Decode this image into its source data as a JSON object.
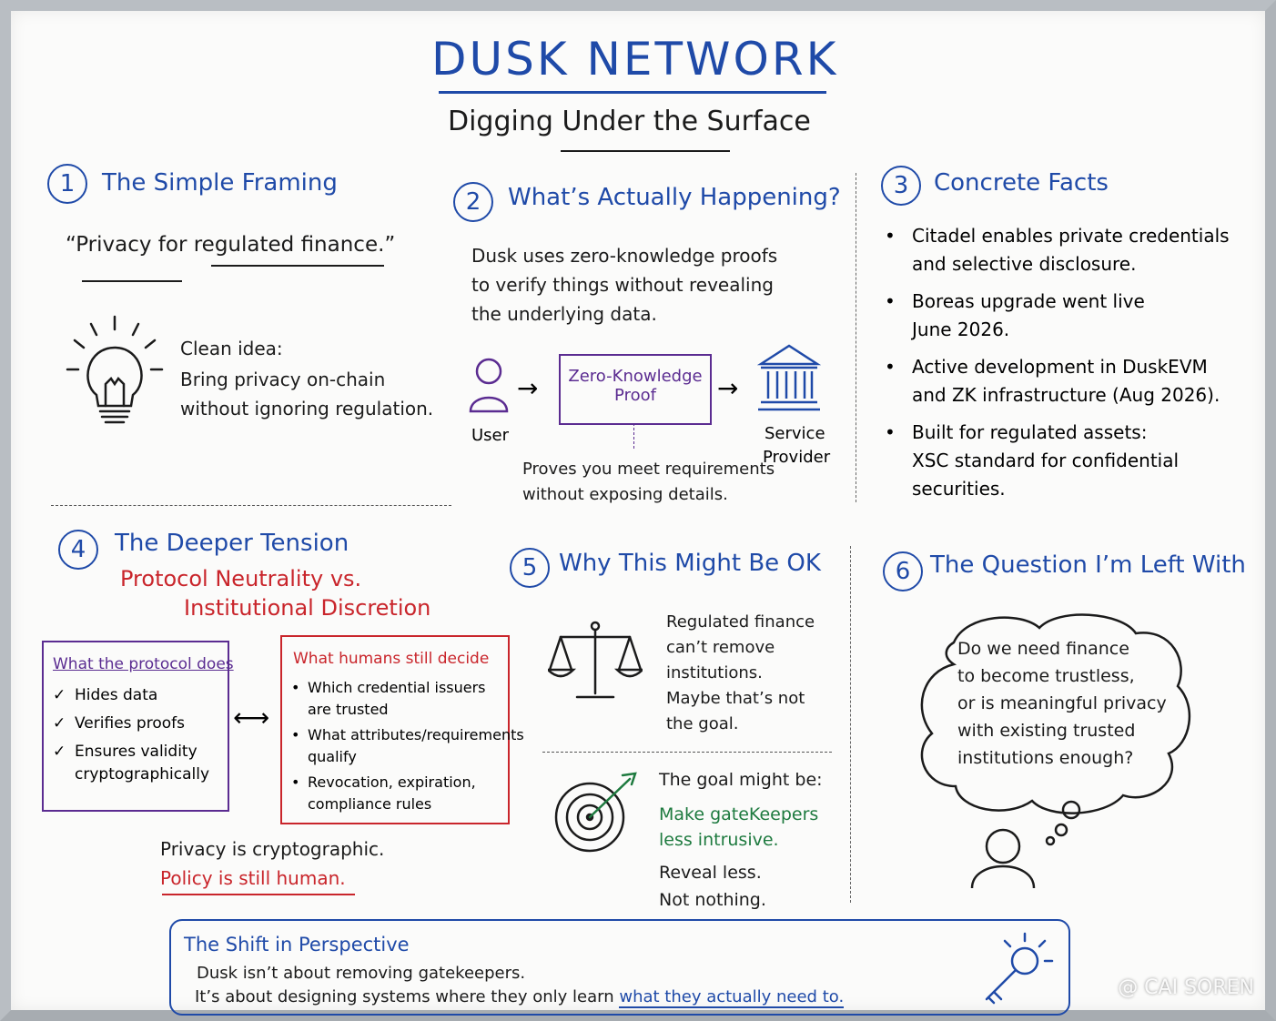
{
  "header": {
    "title": "DUSK NETWORK",
    "subtitle": "Digging Under the Surface"
  },
  "section1": {
    "num": "1",
    "heading": "The Simple Framing",
    "quote": "“Privacy for regulated finance.”",
    "idea_label": "Clean idea:",
    "idea_line1": "Bring privacy on-chain",
    "idea_line2": "without ignoring regulation."
  },
  "section2": {
    "num": "2",
    "heading": "What’s Actually Happening?",
    "line1": "Dusk uses zero-knowledge proofs",
    "line2": "to verify things without revealing",
    "line3": "the underlying data.",
    "user_label": "User",
    "zk_box_line1": "Zero-Knowledge",
    "zk_box_line2": "Proof",
    "provider_line1": "Service",
    "provider_line2": "Provider",
    "caption_line1": "Proves you meet requirements",
    "caption_line2": "without exposing details."
  },
  "section3": {
    "num": "3",
    "heading": "Concrete Facts",
    "bullets": [
      {
        "l1": "Citadel enables private credentials",
        "l2": "and selective disclosure."
      },
      {
        "l1": "Boreas upgrade went live",
        "l2": "June 2026."
      },
      {
        "l1": "Active development in DuskEVM",
        "l2": "and ZK infrastructure (Aug 2026)."
      },
      {
        "l1": "Built for regulated assets:",
        "l2": "XSC standard for confidential",
        "l3": "securities."
      }
    ]
  },
  "section4": {
    "num": "4",
    "heading": "The Deeper Tension",
    "sub1": "Protocol Neutrality vs.",
    "sub2": "Institutional Discretion",
    "protocol_box": {
      "title": "What the protocol does",
      "items": [
        "Hides data",
        "Verifies proofs",
        "Ensures validity"
      ],
      "items_cont": "cryptographically"
    },
    "arrow": "⟷",
    "humans_box": {
      "title": "What humans still decide",
      "items": [
        {
          "l1": "Which credential issuers",
          "l2": "are trusted"
        },
        {
          "l1": "What attributes/requirements",
          "l2": "qualify"
        },
        {
          "l1": "Revocation, expiration,",
          "l2": "compliance rules"
        }
      ]
    },
    "conclusion1": "Privacy is cryptographic.",
    "conclusion2": "Policy is still human."
  },
  "section5": {
    "num": "5",
    "heading": "Why This Might Be OK",
    "scale_text": [
      "Regulated finance",
      "can’t remove",
      "institutions.",
      "Maybe that’s not",
      "the goal."
    ],
    "goal_intro": "The goal might be:",
    "goal_green1": "Make gateKeepers",
    "goal_green2": "less intrusive.",
    "goal_line3": "Reveal less.",
    "goal_line4": "Not nothing."
  },
  "section6": {
    "num": "6",
    "heading": "The Question I’m Left With",
    "cloud": [
      "Do we need finance",
      "to become trustless,",
      "or is meaningful privacy",
      "with existing trusted",
      "institutions enough?"
    ]
  },
  "footer": {
    "heading": "The Shift in Perspective",
    "line1": "Dusk isn’t about removing gatekeepers.",
    "line2_prefix": "It’s about designing systems where they only learn",
    "line2_highlight": "what they actually need to."
  },
  "watermark": "@ CAI SOREN",
  "colors": {
    "blue": "#1f4aa8",
    "red": "#c9252b",
    "purple": "#5b2c91",
    "green": "#1e7a3f"
  }
}
